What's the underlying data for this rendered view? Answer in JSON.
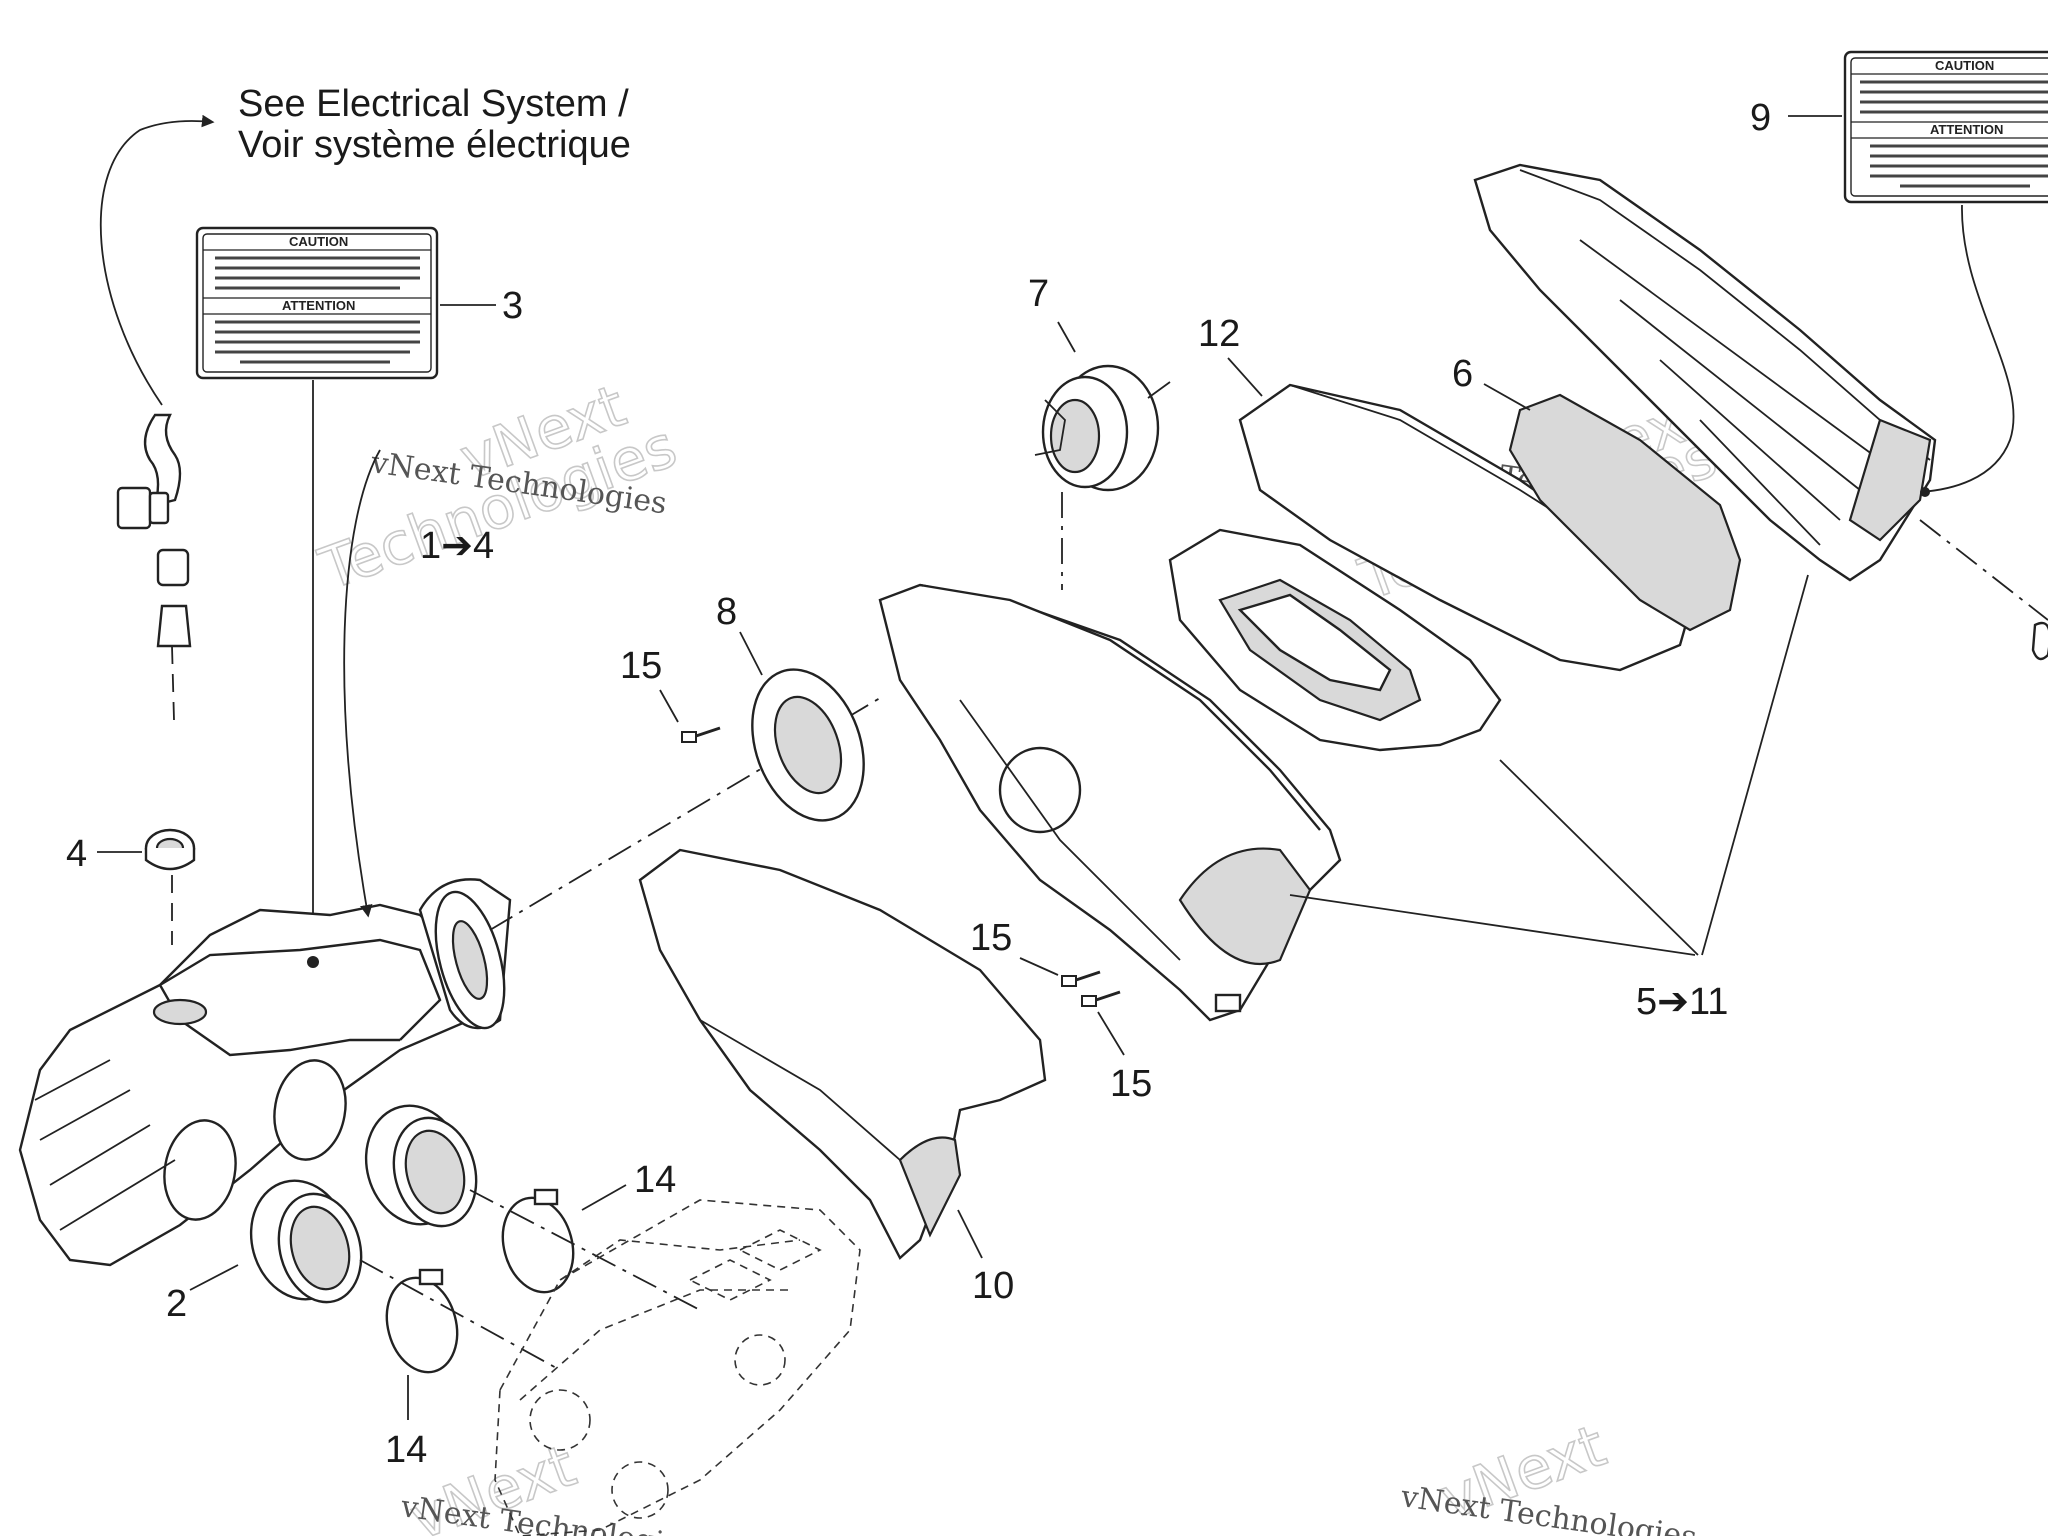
{
  "reference_note": {
    "line1": "See Electrical System /",
    "line2": "Voir système électrique"
  },
  "decal": {
    "caution": "CAUTION",
    "attention": "ATTENTION"
  },
  "callouts": {
    "p1to4": "1➔4",
    "p2": "2",
    "p3": "3",
    "p4": "4",
    "p5to11": "5➔11",
    "p6": "6",
    "p7": "7",
    "p8": "8",
    "p9": "9",
    "p10": "10",
    "p12": "12",
    "p14a": "14",
    "p14b": "14",
    "p15a": "15",
    "p15b": "15",
    "p15c": "15"
  },
  "watermark": {
    "company": "vNext Technologies",
    "word1": "vNext",
    "word2": "Technologies"
  }
}
